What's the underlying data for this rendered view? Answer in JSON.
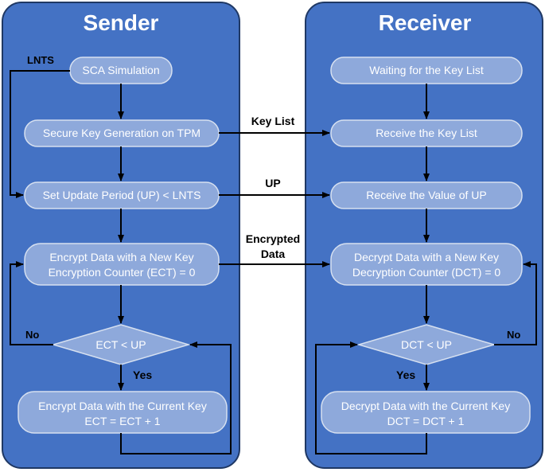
{
  "sender": {
    "title": "Sender",
    "lnts_label": "LNTS",
    "nodes": {
      "sca_simulation": "SCA Simulation",
      "key_generation": "Secure Key Generation on TPM",
      "set_update_period": "Set Update Period (UP) < LNTS",
      "encrypt_new_key_line1": "Encrypt Data with a New Key",
      "encrypt_new_key_line2": "Encryption Counter (ECT) = 0",
      "decision": "ECT < UP",
      "encrypt_current_line1": "Encrypt Data with the Current Key",
      "encrypt_current_line2": "ECT = ECT + 1"
    },
    "no_label": "No",
    "yes_label": "Yes"
  },
  "receiver": {
    "title": "Receiver",
    "nodes": {
      "waiting": "Waiting for the Key List",
      "receive_key_list": "Receive the Key List",
      "receive_up": "Receive the Value of UP",
      "decrypt_new_key_line1": "Decrypt Data with a New Key",
      "decrypt_new_key_line2": "Decryption Counter (DCT) = 0",
      "decision": "DCT < UP",
      "decrypt_current_line1": "Decrypt Data with the Current Key",
      "decrypt_current_line2": "DCT = DCT + 1"
    },
    "no_label": "No",
    "yes_label": "Yes"
  },
  "links": {
    "key_list": "Key List",
    "up": "UP",
    "encrypted_line1": "Encrypted",
    "encrypted_line2": "Data"
  }
}
